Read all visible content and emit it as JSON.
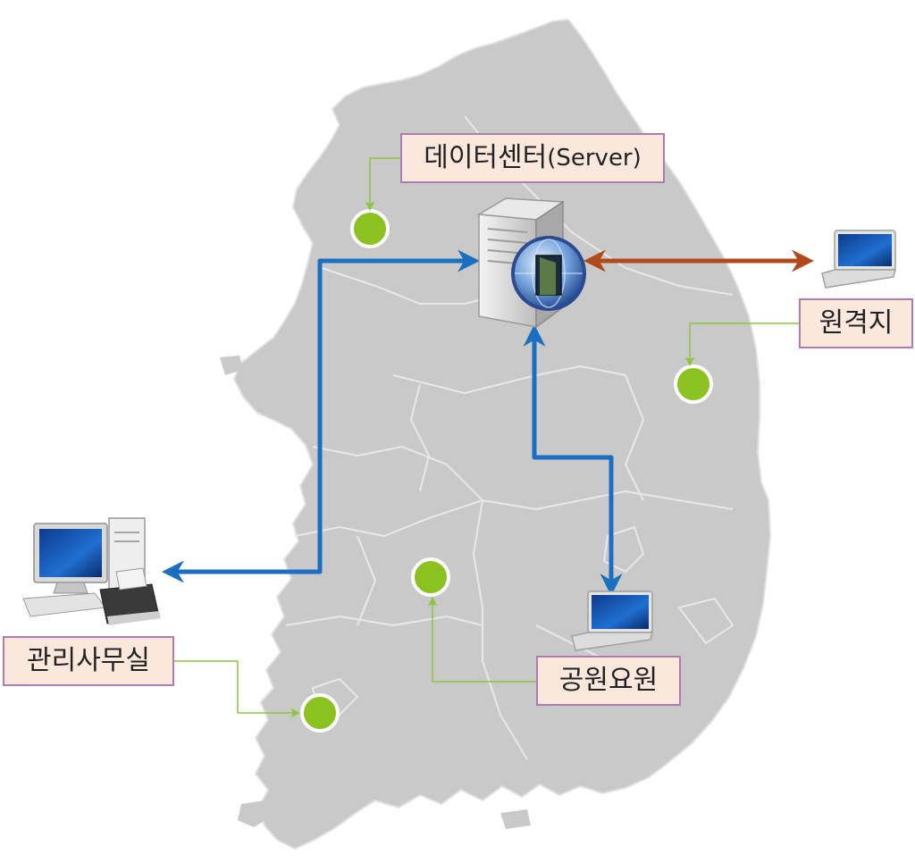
{
  "labels": {
    "data_center": "데이터센터",
    "data_center_suffix": "(Server)",
    "remote_site": "원격지",
    "management_office": "관리사무실",
    "park_staff": "공원요원"
  },
  "colors": {
    "map_fill": "#c9c9c9",
    "map_border": "#e6e6e6",
    "link_blue": "#1a6fc0",
    "link_brown": "#b04a1c",
    "marker_green": "#8cc21f",
    "callout_line": "#8cc63f",
    "label_fill": "#fbe8dd",
    "label_border": "#b07bb0"
  },
  "icons": {
    "server": "server-icon",
    "globe": "globe-icon",
    "laptop_remote": "laptop-icon",
    "laptop_park": "laptop-icon",
    "desktop": "desktop-computer-icon",
    "printer": "printer-icon"
  }
}
